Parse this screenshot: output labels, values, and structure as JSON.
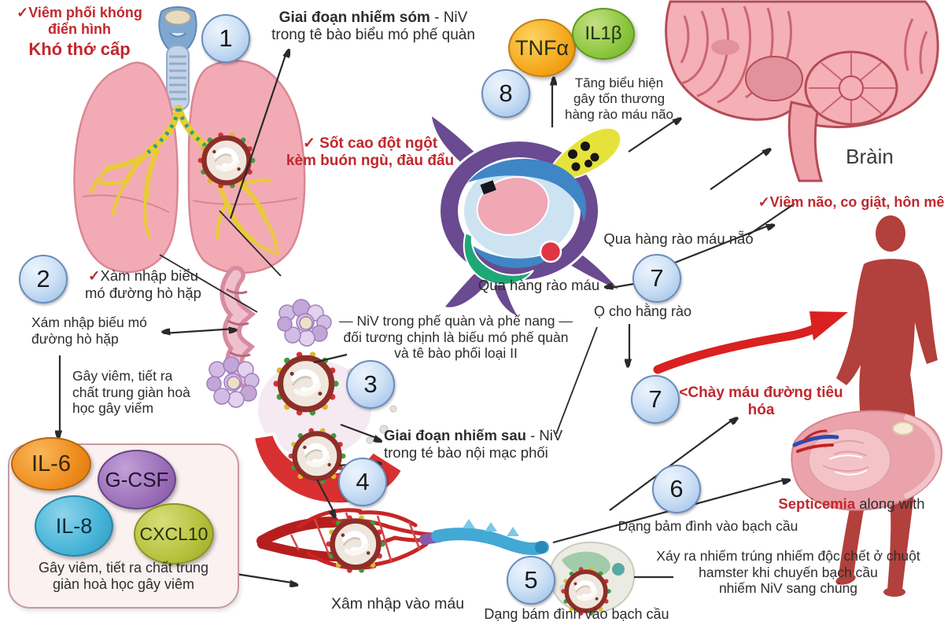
{
  "stages": {
    "n1": "1",
    "n2": "2",
    "n3": "3",
    "n4": "4",
    "n5": "5",
    "n6": "6",
    "n7a": "7",
    "n7b": "7",
    "n8": "8"
  },
  "cytokines": {
    "tnfa": "TNFα",
    "il1b": "IL1β",
    "il6": "IL-6",
    "gcsf": "G-CSF",
    "il8": "IL-8",
    "cxcl10": "CXCL10"
  },
  "labels": {
    "pneumonia_l1": "✓Viêm phối khóng",
    "pneumonia_l2": "điển hình",
    "pneumonia_l3": "Khó thớ cấp",
    "early_bold": "Giai đoạn nhiếm sóm",
    "early_normal": " - NiV",
    "early_l2": "trong tê bào biểu mó phế quàn",
    "fever_l1": "✓ Sốt cao đột ngột",
    "fever_l2": "kèm buón ngù, đàu đẩu",
    "bbb_l1": "Tăng biểu hiện",
    "bbb_l2": "gây tốn thương",
    "bbb_l3": "hàng rào máu não",
    "brain": "Bràin",
    "s2_check": "✓",
    "s2_l1": "Xàm nhập biểu",
    "s2_l2": "mó đường hò hặp",
    "invade_l1": "Xám nhập biếu mó",
    "invade_l2": "đường hò hặp",
    "mediator_l1": "Gây viêm, tiết ra",
    "mediator_l2": "chất trung giàn hoà",
    "mediator_l3": "học gây viếm",
    "box_l1": "Gây viêm, tiết ra chất trung",
    "box_l2": "giàn hoà học gây viêm",
    "niv_l1": "— NiV trong phế quàn và phế nang —",
    "niv_l2": "đối tương chịnh là biếu mó phế quàn",
    "niv_l3": "và tê bào phối loại II",
    "late_bold": "Giai đoạn nhiếm sau",
    "late_normal": " - NiV",
    "late_l2": "trong té bào nội mạc phối",
    "blood": "Xâm nhập vào máu",
    "wbc_bottom": "Dạng bám đình vào bạch cầu",
    "bbb_cross": "Qua hàng rào máu nẵo",
    "blood_cross": "Qua hàng rào máu",
    "barrier": "Ọ cho hằng rào",
    "encephalitis": "✓Viêm não, co giật, hôn mê",
    "gi_l1": "<Chày máu đường tiêu",
    "gi_l2": "hóa",
    "wbc_attach": "Dạng bảm đình vào bạch cầu",
    "septicemia_red": "Septicemia",
    "septicemia_rest": " along with",
    "hamster_l1": "Xáy ra nhiếm trúng nhiếm độc chết ở chuột",
    "hamster_l2": "hamster khi chuyến bạch cầu",
    "hamster_l3": "nhiếm NiV sang chúng"
  },
  "colors": {
    "red_text": "#c1272d",
    "black_text": "#2d2d2d",
    "stage_fill": "#bcd6f2",
    "stage_border": "#6b8cba",
    "tnfa": "#f5a71c",
    "il1b": "#8cc63e",
    "il6": "#ef8d1d",
    "gcsf": "#9b6fb8",
    "il8": "#45b4d8",
    "cxcl10": "#b6c13c",
    "virus_ring": "#8d2f28",
    "lung_pink": "#f2abb4",
    "bronchi_yellow": "#e9cb35",
    "vessel_red": "#c41e1e",
    "vessel_blue": "#42a8d4",
    "human_silhouette": "#b2403c",
    "brain_pink": "#f5afb6",
    "neuron_purple": "#6a4a90",
    "arrow_black": "#2a2a2a",
    "red_arrow": "#da2020"
  }
}
